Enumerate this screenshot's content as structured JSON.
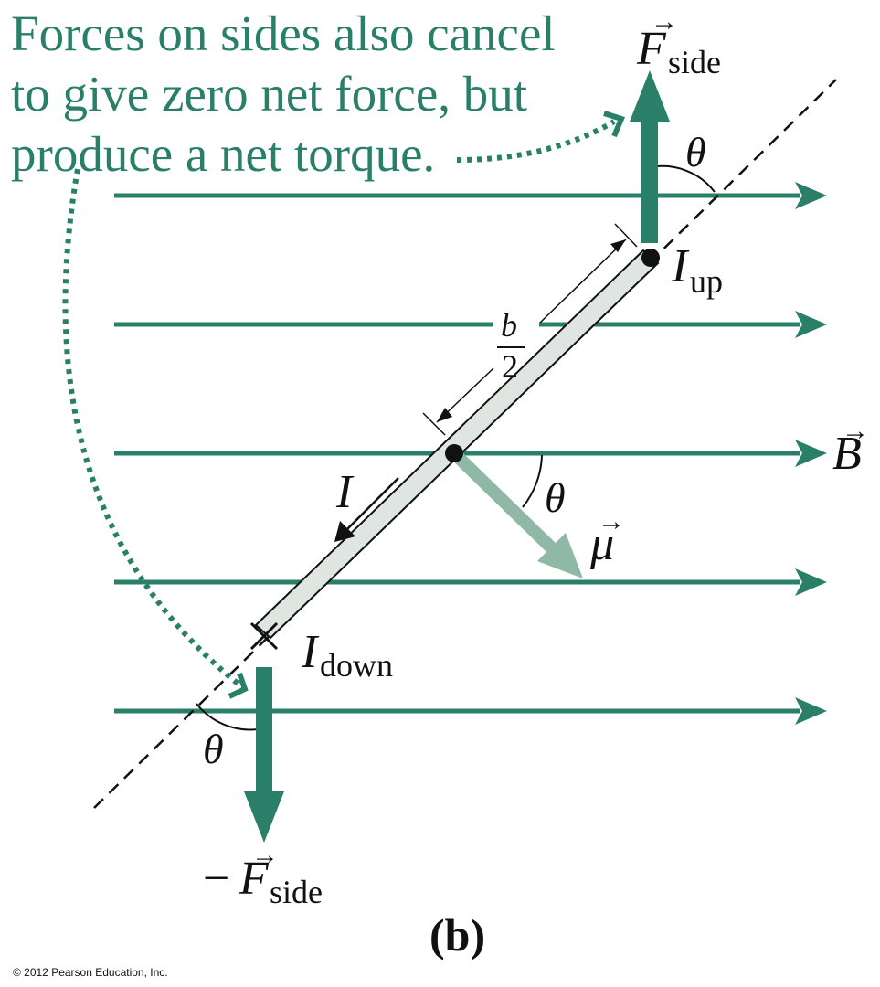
{
  "caption": {
    "line1": "Forces on sides also cancel",
    "line2": "to give zero net force, but",
    "line3": "produce a net torque."
  },
  "labels": {
    "f_side_main": "F",
    "f_side_sub": "side",
    "neg_f_side_prefix": "−",
    "neg_f_side_main": "F",
    "neg_f_side_sub": "side",
    "theta": "θ",
    "i_up_main": "I",
    "i_up_sub": "up",
    "i_down_main": "I",
    "i_down_sub": "down",
    "current": "I",
    "b_field": "B",
    "mu": "μ",
    "half_width_num": "b",
    "half_width_den": "2",
    "vector_arrow": "→"
  },
  "panel_label": "(b)",
  "copyright": "© 2012 Pearson Education, Inc.",
  "colors": {
    "field_green": "#2a7f68",
    "mu_green": "#8fb8a6",
    "wire_fill": "#dfe6e1",
    "ink": "#111111"
  }
}
